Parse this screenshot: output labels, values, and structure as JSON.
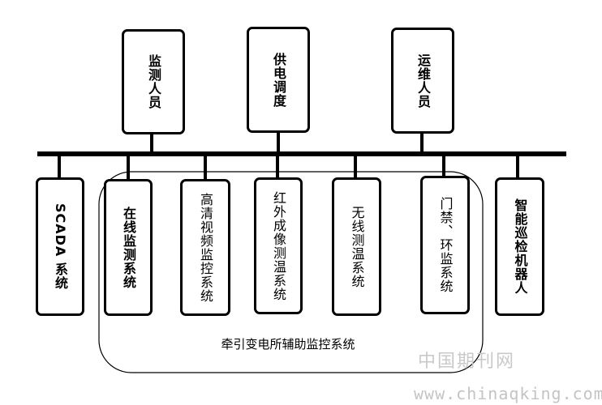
{
  "top_nodes": [
    {
      "label": "监测人员"
    },
    {
      "label": "供电调度"
    },
    {
      "label": "运维人员"
    }
  ],
  "bottom_nodes": [
    {
      "label": "SCADA 系统"
    },
    {
      "label": "在线监测系统"
    },
    {
      "label": "高清视频监控系统"
    },
    {
      "label": "红外成像测温系统"
    },
    {
      "label": "无线测温系统"
    },
    {
      "label": "门禁、环监系统"
    },
    {
      "label": "智能巡检机器人"
    }
  ],
  "group": {
    "label": "牵引变电所辅助监控系统"
  },
  "watermark": {
    "text": "中国期刊网",
    "url": "www.chinaqking.com"
  }
}
